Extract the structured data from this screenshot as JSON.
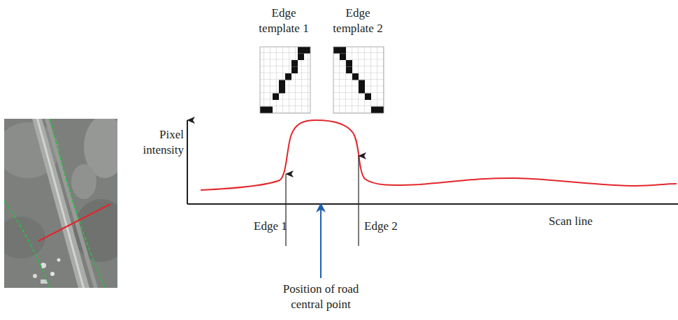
{
  "diagram": {
    "labels": [
      "Edge template 1",
      "Edge template 2",
      "Pixel intensity",
      "Edge 1",
      "Edge 2",
      "Scan line",
      "Position of road central point"
    ]
  }
}
